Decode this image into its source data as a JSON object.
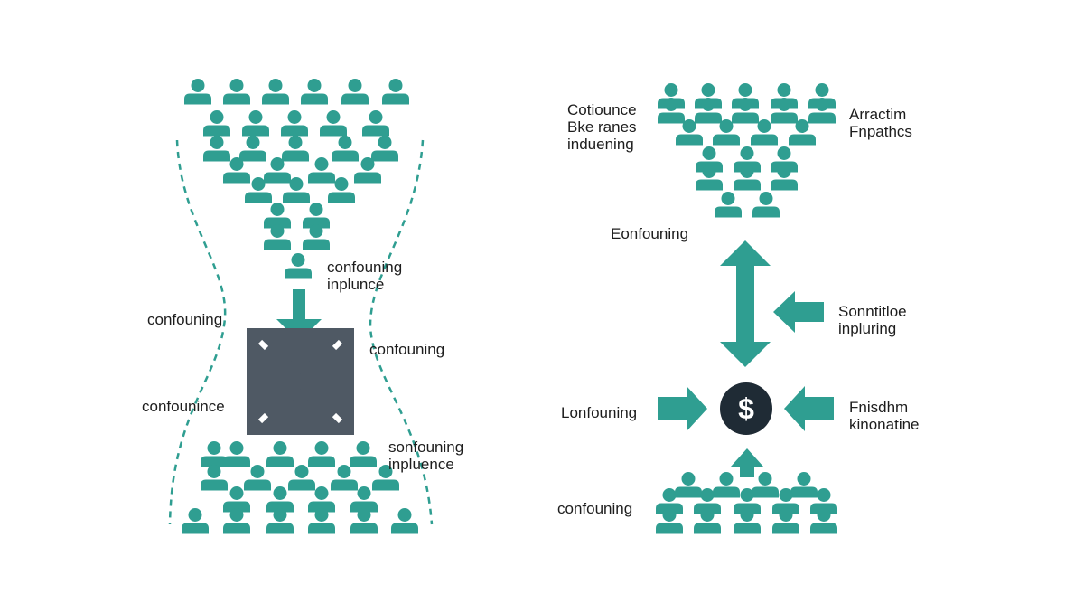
{
  "colors": {
    "person": "#2f9e91",
    "arrow": "#2f9e91",
    "cross": "#4f5964",
    "coin": "#1f2b35",
    "coin_symbol": "#ffffff",
    "text": "#1d1d1d",
    "background": "#ffffff"
  },
  "icons": {
    "person": "person-icon",
    "cross": "cross-arrows-icon",
    "coin": "dollar-coin-icon",
    "dashed_outline": "dashed-curve"
  },
  "left_panel": {
    "labels": {
      "influence_top": "confouning\ninplunce",
      "left_mid": "confouning",
      "right_mid": "confouning",
      "left_low": "confounince",
      "right_low": "sonfouning\ninpluence"
    }
  },
  "right_panel": {
    "labels": {
      "top_left": "Cotiounce\nBke ranes\ninduening",
      "top_right": "Arractim\nFnpathcs",
      "upper_mid": "Eonfouning",
      "right_mid": "Sonntitloe\ninpluring",
      "left_coin": "Lonfouning",
      "right_coin": "Fnisdhm\nkinonatine",
      "bottom_left": "confouning"
    },
    "coin_symbol": "$"
  }
}
